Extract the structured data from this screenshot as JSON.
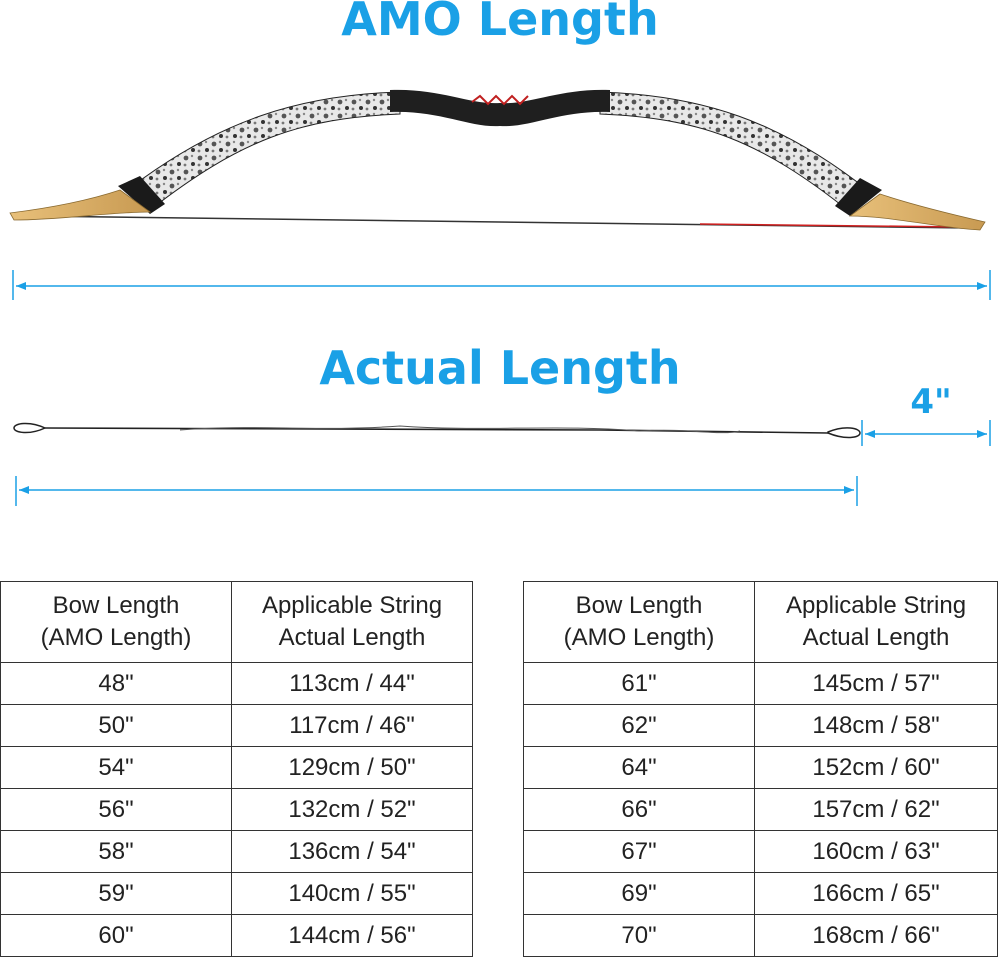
{
  "headings": {
    "amo": "AMO Length",
    "actual": "Actual Length",
    "gap": "4\""
  },
  "colors": {
    "accent": "#1aa0e6",
    "table_border": "#333333",
    "text": "#222222"
  },
  "tables": {
    "left": {
      "header": [
        "Bow Length\n(AMO Length)",
        "Applicable String\nActual Length"
      ],
      "rows": [
        [
          "48\"",
          "113cm / 44\""
        ],
        [
          "50\"",
          "117cm / 46\""
        ],
        [
          "54\"",
          "129cm / 50\""
        ],
        [
          "56\"",
          "132cm / 52\""
        ],
        [
          "58\"",
          "136cm / 54\""
        ],
        [
          "59\"",
          "140cm / 55\""
        ],
        [
          "60\"",
          "144cm / 56\""
        ]
      ]
    },
    "right": {
      "header": [
        "Bow Length\n(AMO Length)",
        "Applicable String\nActual Length"
      ],
      "rows": [
        [
          "61\"",
          "145cm / 57\""
        ],
        [
          "62\"",
          "148cm / 58\""
        ],
        [
          "64\"",
          "152cm / 60\""
        ],
        [
          "66\"",
          "157cm / 62\""
        ],
        [
          "67\"",
          "160cm / 63\""
        ],
        [
          "69\"",
          "166cm / 65\""
        ],
        [
          "70\"",
          "168cm / 66\""
        ]
      ]
    }
  }
}
